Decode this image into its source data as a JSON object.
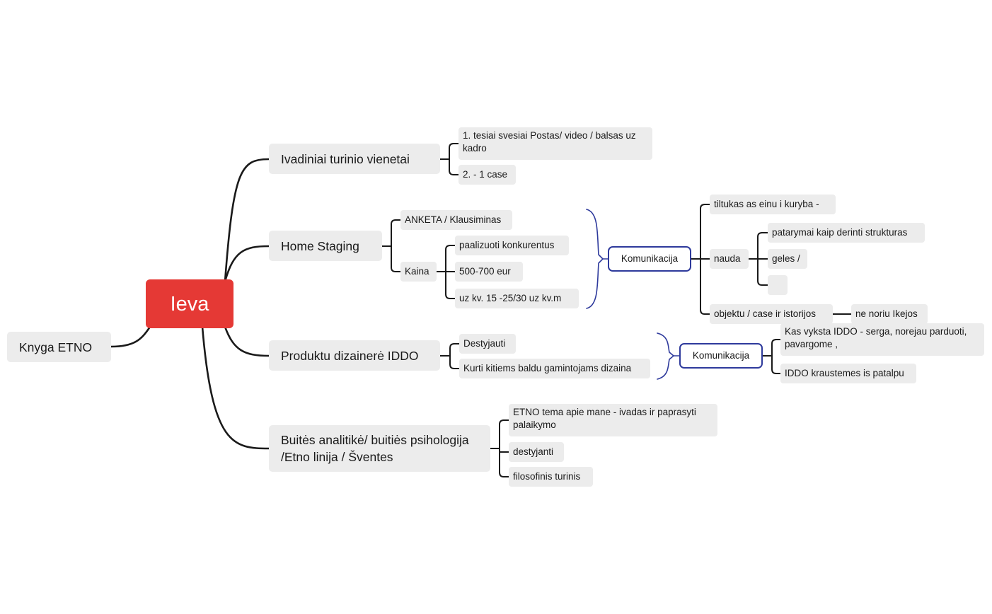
{
  "root": {
    "label": "Ieva"
  },
  "left_topic": {
    "label": "Knyga ETNO"
  },
  "branches": {
    "ivadiniai": {
      "label": "Ivadiniai turinio vienetai",
      "children": [
        "1. tesiai svesiai Postas/ video / balsas uz kadro",
        "2. - 1 case"
      ]
    },
    "home_staging": {
      "label": "Home Staging",
      "anketa": "ANKETA / Klausiminas",
      "kaina": {
        "label": "Kaina",
        "children": [
          "paalizuoti konkurentus",
          "500-700 eur",
          "uz kv. 15 -25/30 uz kv.m"
        ]
      },
      "summary": {
        "label": "Komunikacija",
        "tiltukas": "tiltukas as einu i kuryba -",
        "nauda": {
          "label": "nauda",
          "children": [
            "patarymai kaip derinti strukturas",
            "geles /",
            ""
          ]
        },
        "objektu": {
          "label": "objektu / case ir istorijos",
          "child": "ne noriu Ikejos"
        }
      }
    },
    "produktu": {
      "label": "Produktu dizainerė IDDO",
      "children": [
        "Destyjauti",
        "Kurti kitiems baldu gamintojams dizaina"
      ],
      "summary": {
        "label": "Komunikacija",
        "children": [
          "Kas vyksta IDDO - serga, norejau parduoti, pavargome ,",
          "IDDO kraustemes is patalpu"
        ]
      }
    },
    "buities": {
      "label": "Buitės analitikė/ buitiės psihologija /Etno linija / Šventes",
      "children": [
        "ETNO tema apie mane - ivadas  ir paprasyti palaikymo",
        "destyjanti",
        "filosofinis turinis"
      ]
    }
  },
  "colors": {
    "root_fill": "#e53935",
    "node_fill": "#ececec",
    "line": "#1a1a1a",
    "summary_accent": "#2e3a9c"
  }
}
